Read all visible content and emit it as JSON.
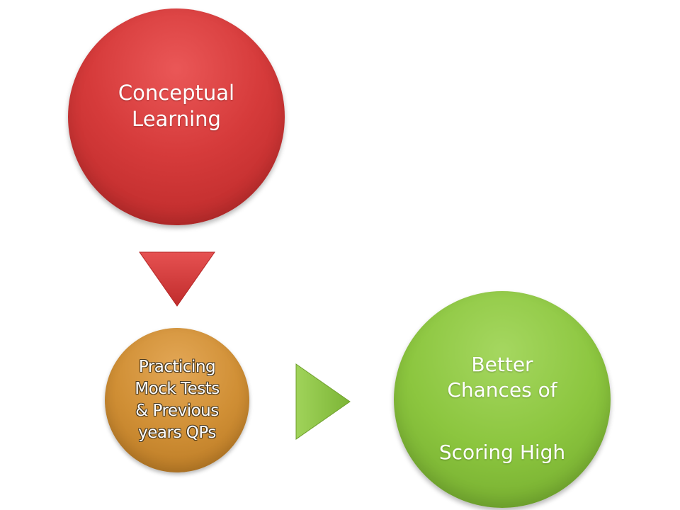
{
  "diagram": {
    "nodes": {
      "conceptual": {
        "label": "Conceptual\nLearning",
        "color": "#d63b3b"
      },
      "practicing": {
        "label": "Practicing\nMock Tests\n& Previous\nyears QPs",
        "color": "#d08f35"
      },
      "better": {
        "line1": "Better\nChances of",
        "line2": "Scoring High",
        "color": "#8cc63f"
      }
    },
    "arrows": {
      "down_color": "#d63b3b",
      "right_color": "#8cc63f"
    }
  }
}
